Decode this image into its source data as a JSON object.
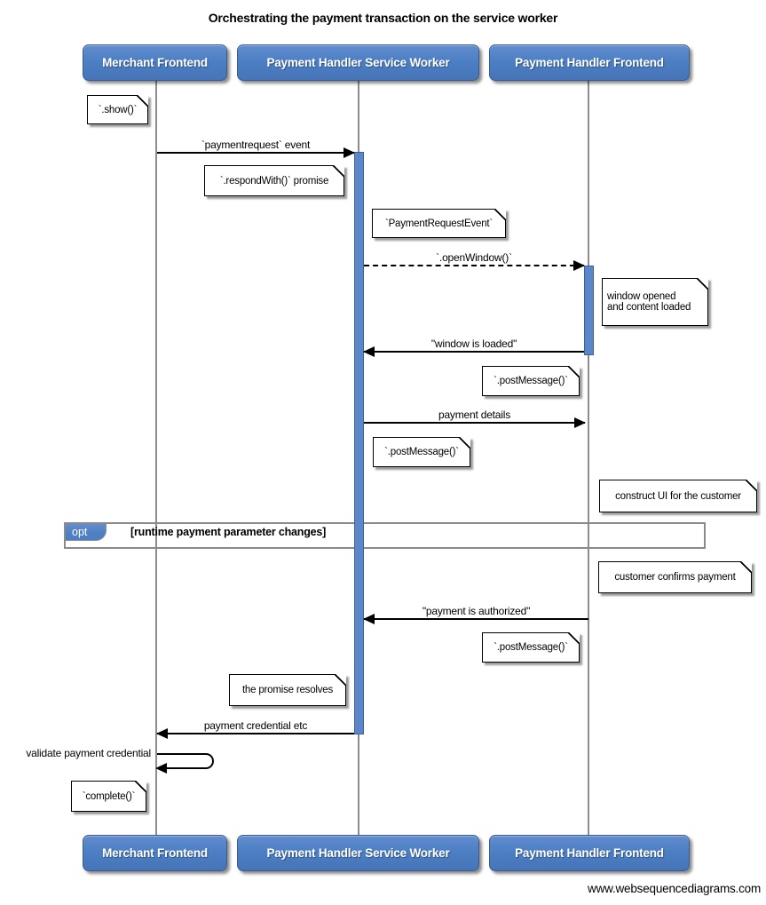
{
  "title": "Orchestrating the payment transaction on the service worker",
  "actors": [
    {
      "label": "Merchant Frontend"
    },
    {
      "label": "Payment Handler Service Worker"
    },
    {
      "label": "Payment Handler Frontend"
    }
  ],
  "messages": [
    {
      "label": "`paymentrequest` event",
      "from": "Merchant Frontend",
      "to": "Payment Handler Service Worker",
      "line": "solid"
    },
    {
      "label": "`.openWindow()`",
      "from": "Payment Handler Service Worker",
      "to": "Payment Handler Frontend",
      "line": "dashed"
    },
    {
      "label": "\"window is loaded\"",
      "from": "Payment Handler Frontend",
      "to": "Payment Handler Service Worker",
      "line": "solid"
    },
    {
      "label": "payment details",
      "from": "Payment Handler Service Worker",
      "to": "Payment Handler Frontend",
      "line": "solid"
    },
    {
      "label": "\"payment is authorized\"",
      "from": "Payment Handler Frontend",
      "to": "Payment Handler Service Worker",
      "line": "solid"
    },
    {
      "label": "payment credential etc",
      "from": "Payment Handler Service Worker",
      "to": "Merchant Frontend",
      "line": "solid"
    },
    {
      "label": "validate payment credential",
      "from": "Merchant Frontend",
      "to": "Merchant Frontend",
      "line": "self"
    }
  ],
  "notes": [
    {
      "text": "`.show()`",
      "over": "Merchant Frontend"
    },
    {
      "text": "`.respondWith()` promise",
      "over": "Merchant Frontend"
    },
    {
      "text": "`PaymentRequestEvent`",
      "over": "Payment Handler Service Worker"
    },
    {
      "text": "window opened\nand content loaded",
      "over": "Payment Handler Frontend"
    },
    {
      "text": "`.postMessage()`",
      "over": "Payment Handler Frontend"
    },
    {
      "text": "`.postMessage()`",
      "over": "Payment Handler Service Worker"
    },
    {
      "text": "construct UI for the customer",
      "over": "Payment Handler Frontend"
    },
    {
      "text": "customer confirms payment",
      "over": "Payment Handler Frontend"
    },
    {
      "text": "`.postMessage()`",
      "over": "Payment Handler Frontend"
    },
    {
      "text": "the promise resolves",
      "over": "Payment Handler Service Worker"
    },
    {
      "text": "`complete()`",
      "over": "Merchant Frontend"
    }
  ],
  "fragment": {
    "operator": "opt",
    "guard": "[runtime payment parameter changes]"
  },
  "footer": "www.websequencediagrams.com",
  "colors": {
    "actorFill": "#4d7fc4",
    "actorBorder": "#3a5b8e",
    "activationFill": "#5b87ca",
    "activationBorder": "#3e6092",
    "lifeline": "#8c8c8c",
    "fragmentBorder": "#8a8a8a"
  }
}
